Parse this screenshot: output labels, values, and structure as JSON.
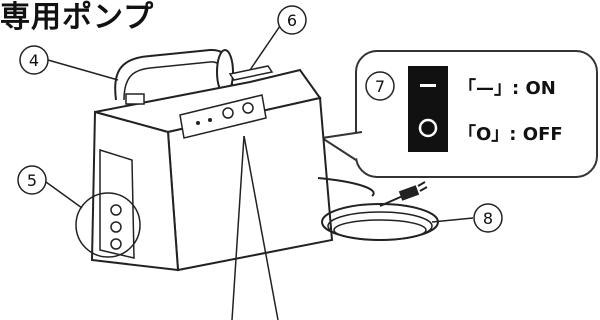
{
  "title": "専用ポンプ",
  "callouts": {
    "n4": "④",
    "n5": "⑤",
    "n6": "⑥",
    "n7": "⑦",
    "n8": "⑧"
  },
  "switch": {
    "on_symbol": "—",
    "off_symbol": "O",
    "on_label": "「—」: ON",
    "off_label": "「O」: OFF"
  }
}
